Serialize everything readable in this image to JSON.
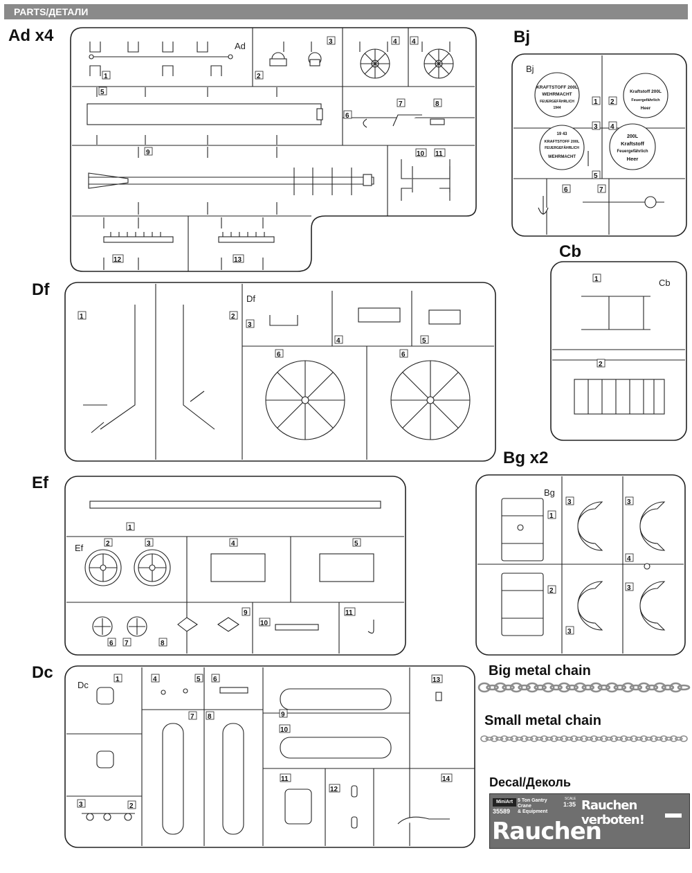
{
  "header": {
    "title": "PARTS/ДЕТАЛИ"
  },
  "sprues": [
    {
      "label": "Ad x4",
      "code": "Ad",
      "parts": [
        "1",
        "2",
        "3",
        "4",
        "4",
        "5",
        "6",
        "7",
        "8",
        "9",
        "10",
        "11",
        "12",
        "13"
      ]
    },
    {
      "label": "Bj",
      "code": "Bj",
      "parts": [
        "1",
        "2",
        "3",
        "4",
        "5",
        "6",
        "7"
      ]
    },
    {
      "label": "Cb",
      "code": "Cb",
      "parts": [
        "1",
        "2"
      ]
    },
    {
      "label": "Df",
      "code": "Df",
      "parts": [
        "1",
        "2",
        "3",
        "4",
        "5",
        "6",
        "6"
      ]
    },
    {
      "label": "Bg x2",
      "code": "Bg",
      "parts": [
        "1",
        "2",
        "3",
        "3",
        "3",
        "3",
        "4"
      ]
    },
    {
      "label": "Ef",
      "code": "Ef",
      "parts": [
        "1",
        "2",
        "3",
        "4",
        "5",
        "6",
        "7",
        "8",
        "9",
        "10",
        "11"
      ]
    },
    {
      "label": "Dc",
      "code": "Dc",
      "parts": [
        "1",
        "2",
        "3",
        "4",
        "5",
        "6",
        "7",
        "8",
        "9",
        "10",
        "11",
        "12",
        "13",
        "14"
      ]
    }
  ],
  "bj_labels": {
    "d1_l1": "KRAFTSTOFF 200L",
    "d1_l2": "WEHRMACHT",
    "d1_l3": "FEUERGEFÄHRLICH",
    "d1_l4": "1944",
    "d2_l1": "Kraftstoff 200L",
    "d2_l2": "Feuergefährlich",
    "d2_l3": "Heer",
    "d3_l1": "19 43",
    "d3_l2": "KRAFTSTOFF 200L",
    "d3_l3": "FEUERGEFÄHRLICH",
    "d3_l4": "WEHRMACHT",
    "d4_l1": "200L",
    "d4_l2": "Kraftstoff",
    "d4_l3": "Feuergefährlich",
    "d4_l4": "Heer"
  },
  "chains": {
    "big": "Big metal chain",
    "small": "Small metal chain"
  },
  "decal": {
    "heading": "Decal/Деколь",
    "brand": "MiniArt",
    "code": "35589",
    "title_line1": "5 Ton Gantry Crane",
    "title_line2": "& Equipment",
    "scale_label": "SCALE",
    "scale": "1:35",
    "slogan_small": "Rauchen verboten!",
    "slogan_big": "Rauchen verboten!"
  },
  "colors": {
    "outline": "#222222",
    "header_bg": "#8a8a8a",
    "decal_bg": "#6f6f6f",
    "chain": "#8c8c8c"
  }
}
